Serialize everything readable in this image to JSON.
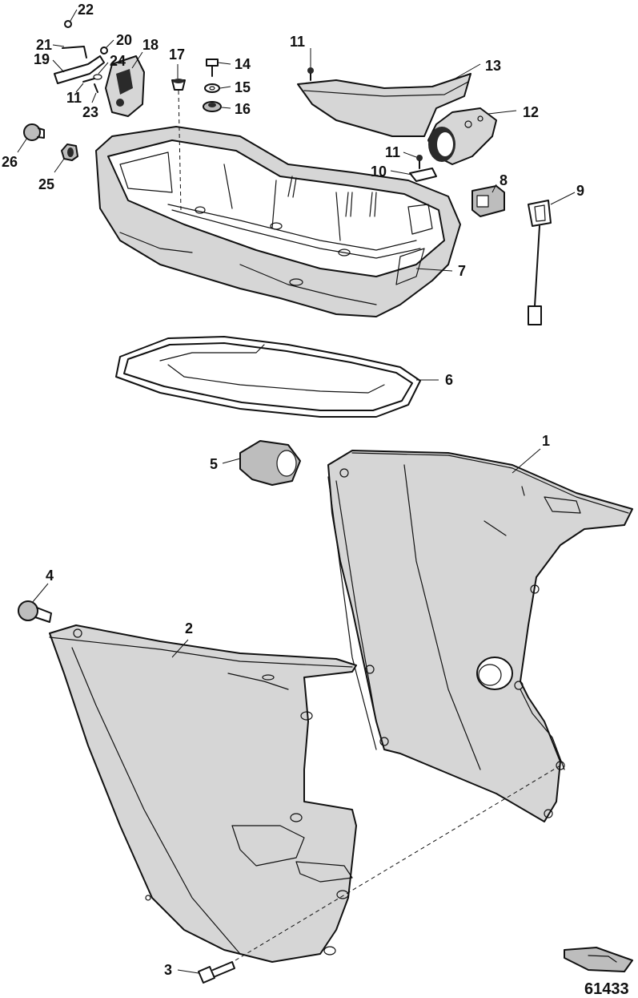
{
  "diagram": {
    "figure_id": "61433",
    "callouts": [
      {
        "id": "c1",
        "label": "1"
      },
      {
        "id": "c2",
        "label": "2"
      },
      {
        "id": "c3",
        "label": "3"
      },
      {
        "id": "c4",
        "label": "4"
      },
      {
        "id": "c5",
        "label": "5"
      },
      {
        "id": "c6",
        "label": "6"
      },
      {
        "id": "c7",
        "label": "7"
      },
      {
        "id": "c8",
        "label": "8"
      },
      {
        "id": "c9",
        "label": "9"
      },
      {
        "id": "c10",
        "label": "10"
      },
      {
        "id": "c11a",
        "label": "11"
      },
      {
        "id": "c11b",
        "label": "11"
      },
      {
        "id": "c11c",
        "label": "11"
      },
      {
        "id": "c12",
        "label": "12"
      },
      {
        "id": "c13",
        "label": "13"
      },
      {
        "id": "c14",
        "label": "14"
      },
      {
        "id": "c15",
        "label": "15"
      },
      {
        "id": "c16",
        "label": "16"
      },
      {
        "id": "c17",
        "label": "17"
      },
      {
        "id": "c18",
        "label": "18"
      },
      {
        "id": "c19",
        "label": "19"
      },
      {
        "id": "c20",
        "label": "20"
      },
      {
        "id": "c21",
        "label": "21"
      },
      {
        "id": "c22",
        "label": "22"
      },
      {
        "id": "c23",
        "label": "23"
      },
      {
        "id": "c24",
        "label": "24"
      },
      {
        "id": "c25",
        "label": "25"
      },
      {
        "id": "c26",
        "label": "26"
      }
    ]
  }
}
